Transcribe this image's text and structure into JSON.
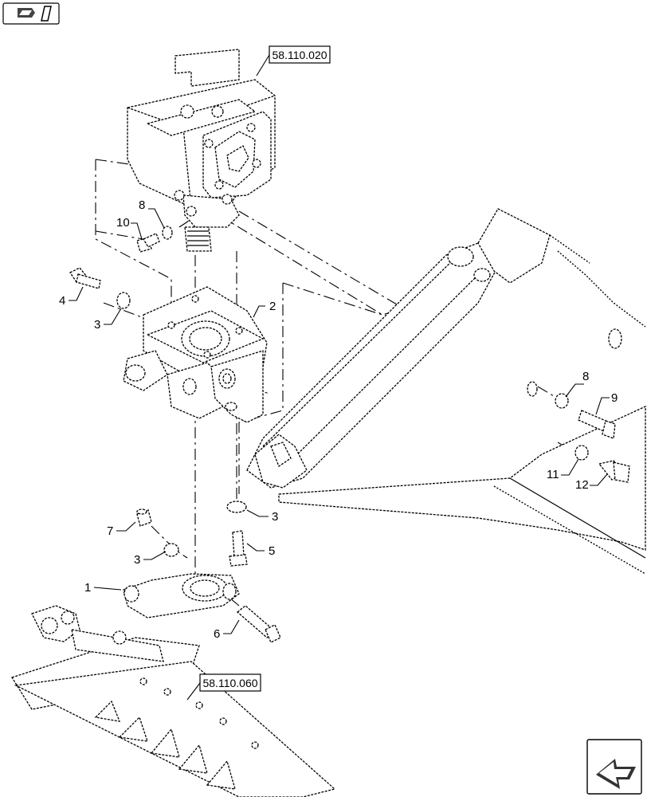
{
  "nav": {
    "top_icon": "print-view-icon",
    "bottom_icon": "next-page-arrow-icon"
  },
  "refs": {
    "gearbox": "58.110.020",
    "cutterbar": "58.110.060"
  },
  "callouts": [
    "1",
    "2",
    "3",
    "4",
    "5",
    "6",
    "7",
    "8",
    "9",
    "10",
    "11",
    "12"
  ]
}
